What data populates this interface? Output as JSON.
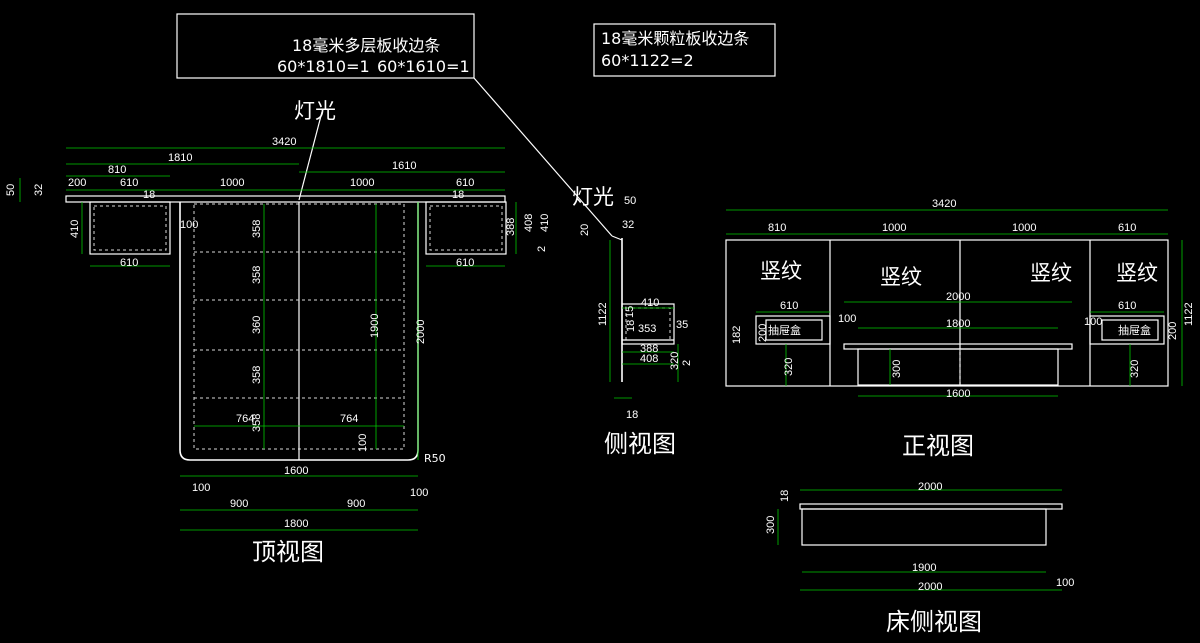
{
  "notes": {
    "multilayer_title": "18毫米多层板收边条",
    "multilayer_line1": "60*1810=1",
    "multilayer_line2": "60*1610=1",
    "particle_title": "18毫米颗粒板收边条",
    "particle_line": "60*1122=2"
  },
  "labels": {
    "light": "灯光",
    "light2": "灯光",
    "grain": "竖纹",
    "drawer_box": "抽屉盒",
    "radius": "R50"
  },
  "titles": {
    "top_view": "顶视图",
    "side_view": "侧视图",
    "front_view": "正视图",
    "bed_side_view": "床侧视图"
  },
  "dims": {
    "top": {
      "total": "3420",
      "left_half": "1810",
      "right_half": "1610",
      "d810": "810",
      "d200": "200",
      "d610a": "610",
      "d1000a": "1000",
      "d1000b": "1000",
      "d610b": "610",
      "d18a": "18",
      "d18b": "18",
      "d50": "50",
      "d32": "32",
      "d410a": "410",
      "d100": "100",
      "d388": "388",
      "d408": "408",
      "d410b": "410",
      "d2": "2",
      "d610c": "610",
      "d610d": "610",
      "r358a": "358",
      "r358b": "358",
      "r360": "360",
      "r358c": "358",
      "r358d": "358",
      "d1900": "1900",
      "d2000": "2000",
      "d764a": "764",
      "d764b": "764",
      "d100c": "100",
      "d1600": "1600",
      "d100d": "100",
      "d100e": "100",
      "d900a": "900",
      "d900b": "900",
      "d1800": "1800"
    },
    "side": {
      "d50": "50",
      "d32": "32",
      "d20": "20",
      "d1122": "1122",
      "d410": "410",
      "d18": "18",
      "d353": "353",
      "d35": "35",
      "d15": "15",
      "d388": "388",
      "d408": "408",
      "d2": "2",
      "d320": "320",
      "d18b": "18"
    },
    "front": {
      "total": "3420",
      "d810": "810",
      "d1000a": "1000",
      "d1000b": "1000",
      "d610": "610",
      "d1122": "1122",
      "d2000": "2000",
      "d610l": "610",
      "d610r": "610",
      "d100l": "100",
      "d1800": "1800",
      "d100r": "100",
      "d182": "182",
      "d200l": "200",
      "d200r": "200",
      "d320l": "320",
      "d300": "300",
      "d320r": "320",
      "d1600": "1600"
    },
    "bed": {
      "d2000a": "2000",
      "d18": "18",
      "d300": "300",
      "d1900": "1900",
      "d2000b": "2000",
      "d100": "100"
    }
  }
}
